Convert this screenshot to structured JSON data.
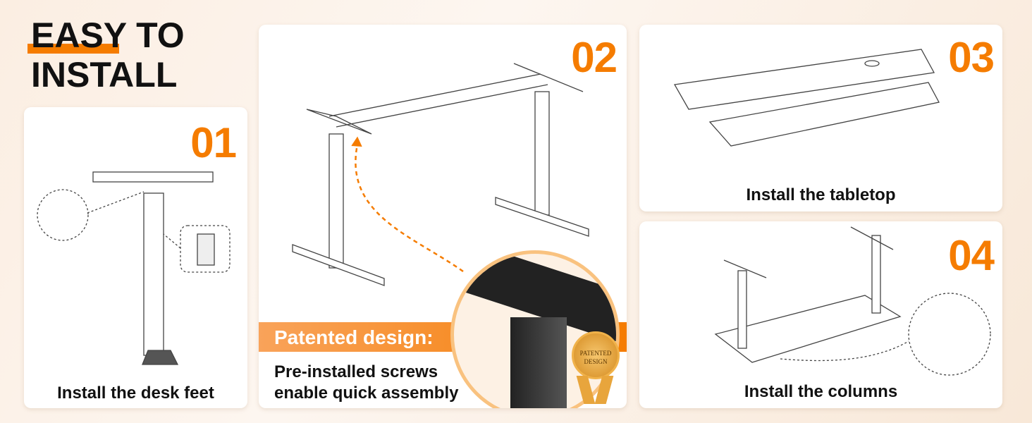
{
  "title": {
    "line1": "EASY TO",
    "line2": "INSTALL"
  },
  "steps": [
    {
      "number": "01",
      "caption": "Install the desk feet"
    },
    {
      "number": "02",
      "badge_title": "Patented design:",
      "note_line1": "Pre-installed screws",
      "note_line2": "enable quick assembly",
      "seal_text": "PATENTED DESIGN"
    },
    {
      "number": "03",
      "caption": "Install the tabletop"
    },
    {
      "number": "04",
      "caption": "Install the columns"
    }
  ],
  "colors": {
    "accent": "#f57c00"
  }
}
